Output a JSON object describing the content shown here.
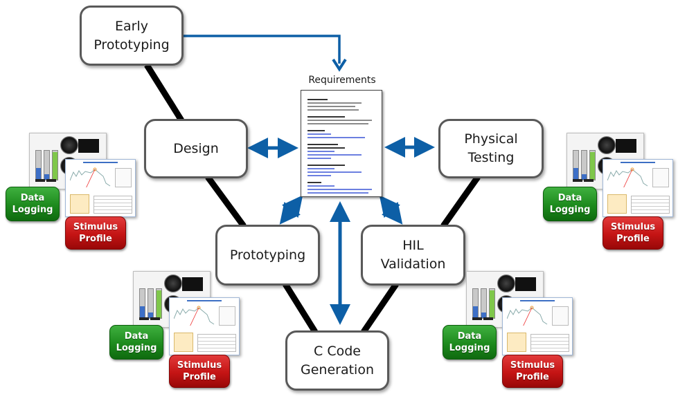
{
  "title": "Development Process Diagram",
  "colors": {
    "connector_black": "#000000",
    "arrow_blue": "#0d5fa6",
    "box_border": "#595959",
    "data_logging_green": "#1d8a1d",
    "stimulus_profile_red": "#c41414"
  },
  "stages": {
    "early_prototyping": "Early\nPrototyping",
    "design": "Design",
    "physical_testing": "Physical\nTesting",
    "prototyping": "Prototyping",
    "hil_validation": "HIL\nValidation",
    "c_code_generation": "C Code\nGeneration"
  },
  "requirements": {
    "label": "Requirements",
    "document_icon": "document-icon"
  },
  "tool_groups": [
    {
      "id": "design-tools",
      "attached_to": "Design",
      "data_logging_label": "Data\nLogging",
      "stimulus_profile_label": "Stimulus\nProfile"
    },
    {
      "id": "physical-testing-tools",
      "attached_to": "Physical Testing",
      "data_logging_label": "Data\nLogging",
      "stimulus_profile_label": "Stimulus\nProfile"
    },
    {
      "id": "prototyping-tools",
      "attached_to": "Prototyping",
      "data_logging_label": "Data\nLogging",
      "stimulus_profile_label": "Stimulus\nProfile"
    },
    {
      "id": "hil-validation-tools",
      "attached_to": "HIL Validation",
      "data_logging_label": "Data\nLogging",
      "stimulus_profile_label": "Stimulus\nProfile"
    }
  ],
  "connections": [
    {
      "from": "Early Prototyping",
      "to": "Design",
      "type": "line"
    },
    {
      "from": "Design",
      "to": "Prototyping",
      "type": "line"
    },
    {
      "from": "Prototyping",
      "to": "C Code Generation",
      "type": "line"
    },
    {
      "from": "C Code Generation",
      "to": "HIL Validation",
      "type": "line"
    },
    {
      "from": "HIL Validation",
      "to": "Physical Testing",
      "type": "line"
    },
    {
      "from": "Early Prototyping",
      "to": "Requirements",
      "type": "arrow"
    },
    {
      "from": "Design",
      "to": "Requirements",
      "type": "double-arrow"
    },
    {
      "from": "Physical Testing",
      "to": "Requirements",
      "type": "double-arrow"
    },
    {
      "from": "Prototyping",
      "to": "Requirements",
      "type": "double-arrow"
    },
    {
      "from": "HIL Validation",
      "to": "Requirements",
      "type": "double-arrow"
    },
    {
      "from": "C Code Generation",
      "to": "Requirements",
      "type": "double-arrow"
    }
  ]
}
